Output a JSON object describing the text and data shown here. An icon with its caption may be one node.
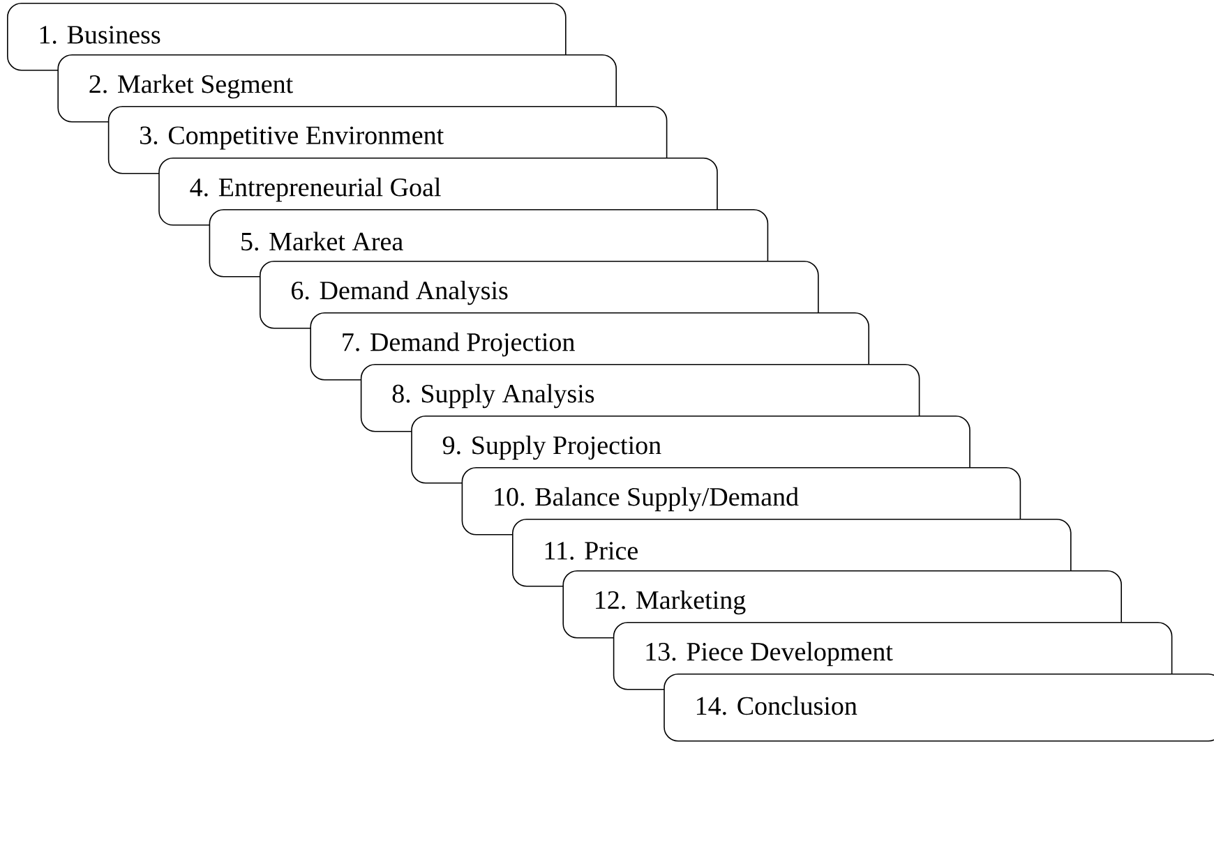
{
  "diagram": {
    "nodes": [
      {
        "text": [
          "1. Business"
        ]
      },
      {
        "text": [
          "2. Market Segment"
        ]
      },
      {
        "text": [
          "3. Competitive Environment"
        ]
      },
      {
        "text": [
          "4. Entrepreneurial Goal"
        ]
      },
      {
        "text": [
          "5. Market Area"
        ]
      },
      {
        "text": [
          "6. Demand Analysis"
        ]
      },
      {
        "text": [
          "7. Demand Projection"
        ]
      },
      {
        "text": [
          "8. Supply Analysis"
        ]
      },
      {
        "text": [
          "9. Supply Projection"
        ]
      },
      {
        "text": [
          "10. Balance Supply/Demand"
        ]
      },
      {
        "text": [
          "11. Price"
        ]
      },
      {
        "text": [
          "12. Marketing"
        ]
      },
      {
        "text": [
          "13. Piece Development"
        ]
      },
      {
        "text": [
          "14. Conclusion"
        ]
      }
    ]
  }
}
